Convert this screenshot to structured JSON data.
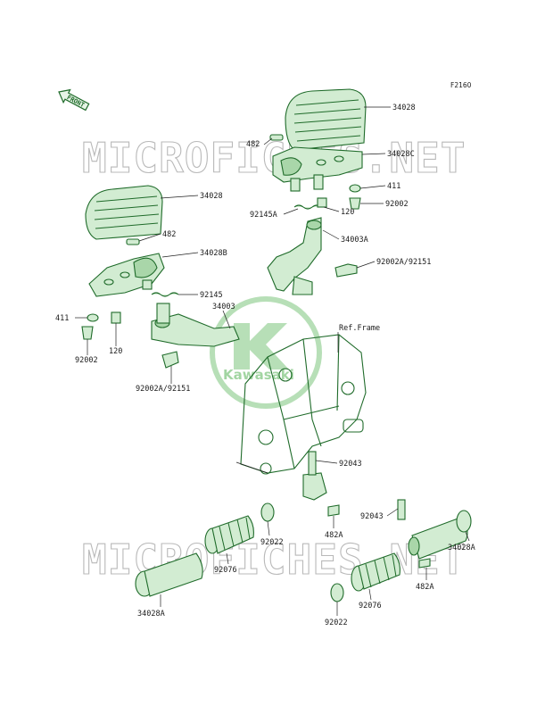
{
  "diagram_code": "F2160",
  "front_marker": "FRONT",
  "watermarks": [
    "MICROFICHES.NET",
    "MICROFICHES.NET"
  ],
  "brand_logo_text": "Kawasaki",
  "labels": {
    "l34028_top": "34028",
    "l482_top": "482",
    "l34028C": "34028C",
    "l411_right": "411",
    "l92145A": "92145A",
    "l120_right": "120",
    "l92002_right": "92002",
    "l34003A": "34003A",
    "l92002A_92151_right": "92002A/92151",
    "l34028_left": "34028",
    "l482_left": "482",
    "l34028B": "34028B",
    "l92145": "92145",
    "l34003": "34003",
    "l411_left": "411",
    "l120_left": "120",
    "l92002_left": "92002",
    "l92002A_92151_left": "92002A/92151",
    "ref_frame": "Ref.Frame",
    "l92043_mid": "92043",
    "l92043_right": "92043",
    "l92022_left": "92022",
    "l482A_mid": "482A",
    "l34028A_right": "34028A",
    "l482A_right": "482A",
    "l92076_left": "92076",
    "l34028A_left": "34028A",
    "l92076_right": "92076",
    "l92022_bottom": "92022"
  }
}
